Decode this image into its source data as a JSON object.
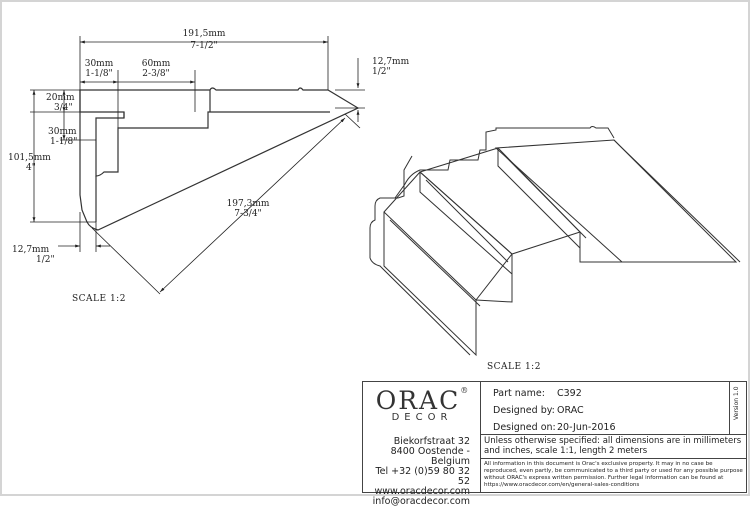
{
  "drawing": {
    "dims": {
      "overall_width_mm": "191,5mm",
      "overall_width_in": "7-1/2\"",
      "step1_mm": "30mm",
      "step1_in": "1-1/8\"",
      "step2_mm": "60mm",
      "step2_in": "2-3/8\"",
      "top_right_mm": "12,7mm",
      "top_right_in": "1/2\"",
      "top_left_mm": "20mm",
      "top_left_in": "3/4\"",
      "left_step_mm": "30mm",
      "left_step_in": "1-1/8\"",
      "height_mm": "101,5mm",
      "height_in": "4\"",
      "diagonal_mm": "197,3mm",
      "diagonal_in": "7-3/4\"",
      "bottom_left_mm": "12,7mm",
      "bottom_left_in": "1/2\""
    },
    "scale_left": "SCALE  1:2",
    "scale_right": "SCALE  1:2"
  },
  "title_block": {
    "brand": "ORAC",
    "brand_mark": "®",
    "brand_sub": "DECOR",
    "address": [
      "Biekorfstraat 32",
      "8400 Oostende - Belgium",
      "Tel  +32 (0)59 80 32 52",
      "www.oracdecor.com",
      "info@oracdecor.com"
    ],
    "part_name_label": "Part name:",
    "part_name": "C392",
    "designed_by_label": "Designed by:",
    "designed_by": "ORAC",
    "designed_on_label": "Designed on:",
    "designed_on": "20-Jun-2016",
    "version": "Version 1.0",
    "spec": "Unless otherwise specified: all dimensions are in millimeters and inches, scale 1:1, length 2 meters",
    "legal": "All information in this document is Orac's exclusive property.  It may in no case be reproduced, even partly, be communicated to a third party or used for any possible purpose without ORAC's express written permission. Further legal information can be found at https://www.oracdecor.com/en/general-sales-conditions"
  }
}
